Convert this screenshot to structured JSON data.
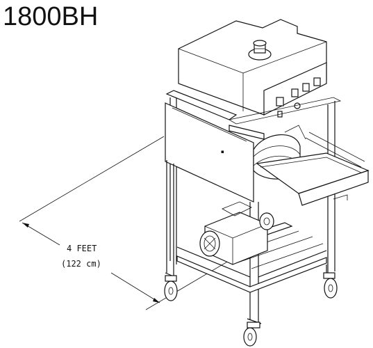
{
  "title": "1800BH",
  "dimension": {
    "line1": "4 FEET",
    "line2": "(122 cm)"
  }
}
